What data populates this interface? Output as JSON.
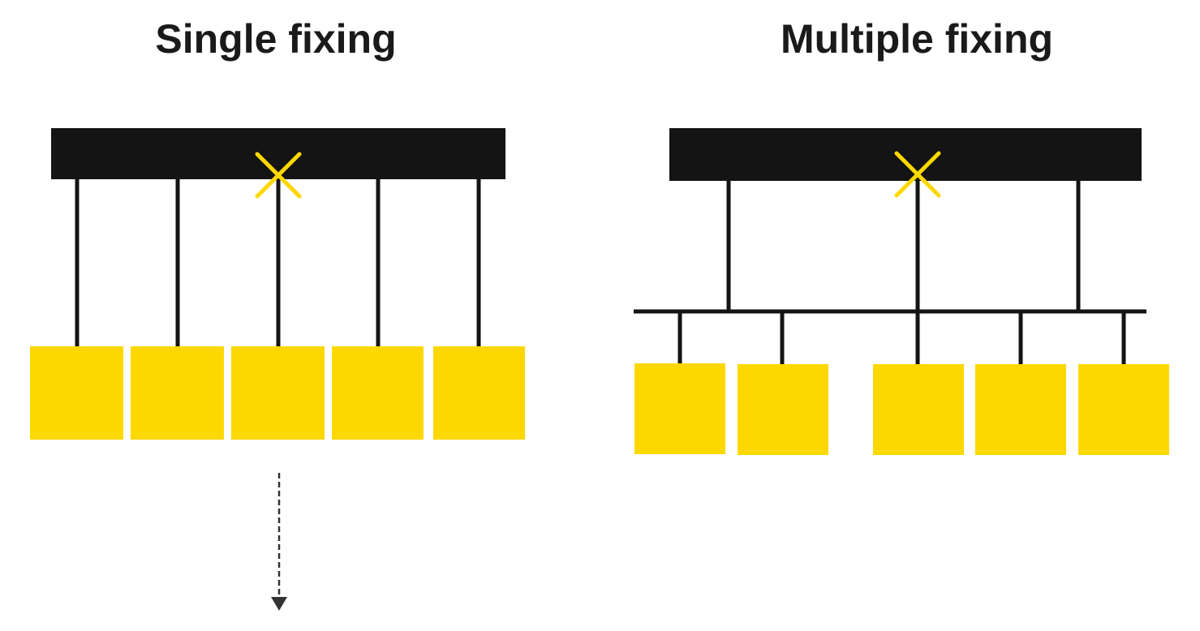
{
  "single": {
    "title": "Single fixing",
    "fixings": 5,
    "loads": 5,
    "failed_fixing": 3,
    "failed_load": 3,
    "failure_mark_icon": "cross-icon",
    "fall_arrow_icon": "dashed-down-arrow-icon"
  },
  "multiple": {
    "title": "Multiple fixing",
    "fixings": 3,
    "loads": 5,
    "failed_fixing": 2,
    "failure_mark_icon": "cross-icon"
  },
  "colors": {
    "ceiling": "#141414",
    "hanger": "#141414",
    "load": "#FCD800",
    "failure_mark": "#FCD800",
    "arrow": "#333333",
    "title": "#1a1a1a"
  }
}
